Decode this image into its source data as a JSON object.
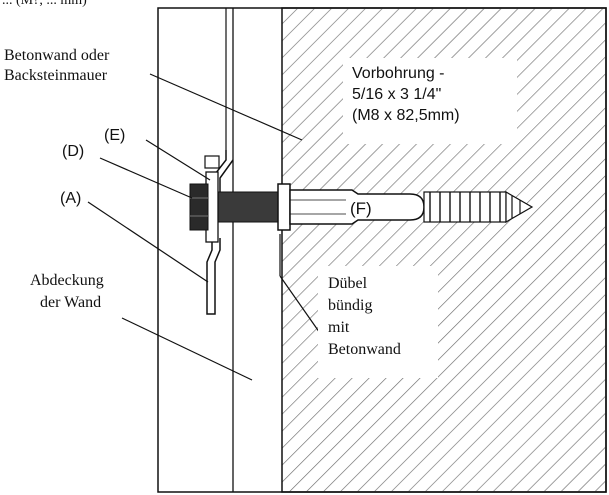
{
  "top_cut_text": "... (M?, ... mm)",
  "labels": {
    "wall_type": [
      "Betonwand oder",
      "Backsteinmauer"
    ],
    "predrill": [
      "Vorbohrung -",
      "5/16 x 3 1/4\"",
      "(M8 x 82,5mm)"
    ],
    "E": "(E)",
    "D": "(D)",
    "A": "(A)",
    "F": "(F)",
    "wall_cover": [
      "Abdeckung",
      "der Wand"
    ],
    "anchor_flush": [
      "Dübel",
      "bündig",
      "mit",
      "Betonwand"
    ]
  },
  "colors": {
    "line": "#111111",
    "hatch": "#6f6f6f",
    "bolt": "#3a3a3a",
    "background": "#ffffff"
  }
}
